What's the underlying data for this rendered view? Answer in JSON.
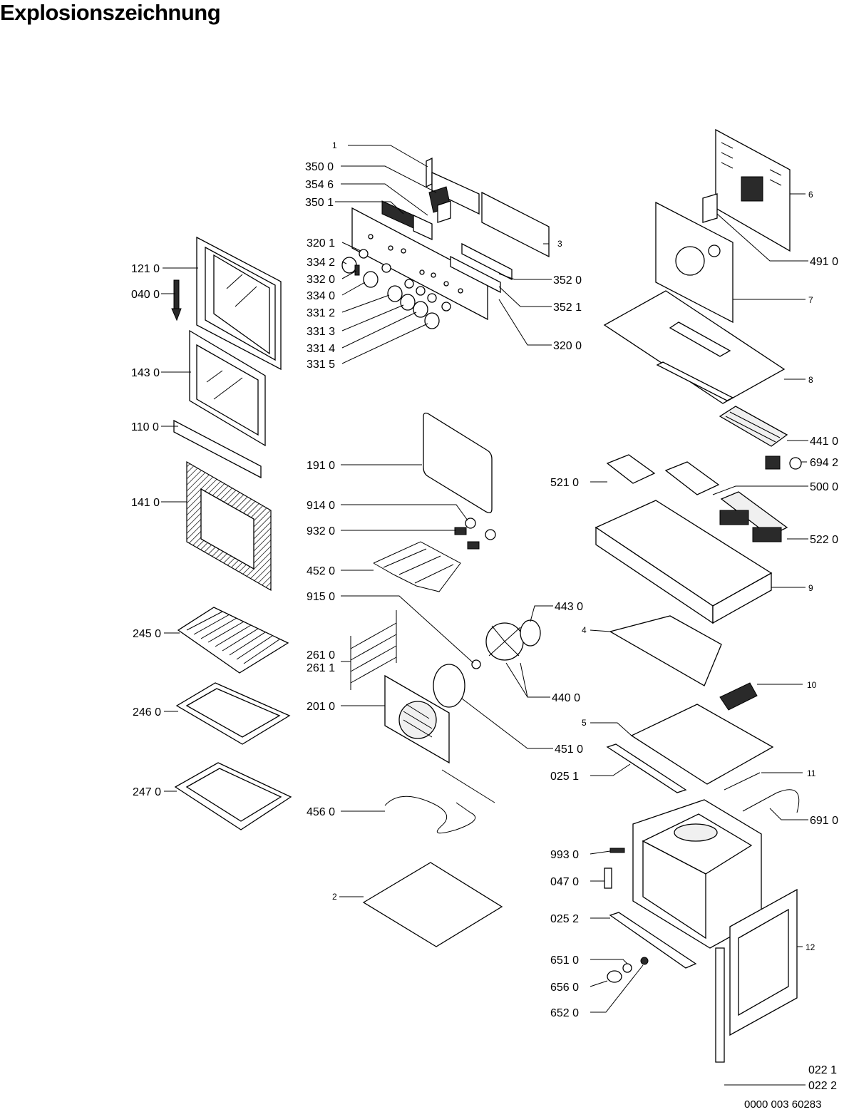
{
  "title": "Explosionszeichnung",
  "drawing_number": "0000 003 60283",
  "parts": {
    "p1": "1",
    "p3500": "350 0",
    "p3546": "354 6",
    "p3501": "350 1",
    "p3201": "320 1",
    "p3342": "334 2",
    "p3320": "332 0",
    "p3340": "334 0",
    "p3312": "331 2",
    "p3313": "331 3",
    "p3314": "331 4",
    "p3315": "331 5",
    "p3": "3",
    "p3520": "352 0",
    "p3521": "352 1",
    "p3200": "320 0",
    "p1210": "121 0",
    "p0400": "040 0",
    "p1430": "143 0",
    "p1100": "110 0",
    "p1410": "141 0",
    "p1910": "191 0",
    "p9140": "914 0",
    "p9320": "932 0",
    "p4520": "452 0",
    "p9150": "915 0",
    "p4430": "443 0",
    "p2450": "245 0",
    "p2610": "261 0",
    "p2611": "261 1",
    "p4400": "440 0",
    "p2460": "246 0",
    "p2010": "201 0",
    "p4510": "451 0",
    "p2470": "247 0",
    "p4560": "456 0",
    "p2": "2",
    "p6": "6",
    "p4910": "491 0",
    "p7": "7",
    "p8": "8",
    "p4410": "441 0",
    "p6942": "694 2",
    "p5210": "521 0",
    "p5000": "500 0",
    "p5220": "522 0",
    "p9": "9",
    "p4": "4",
    "p10": "10",
    "p5": "5",
    "p0251": "025 1",
    "p11": "11",
    "p6910": "691 0",
    "p9930": "993 0",
    "p0470": "047 0",
    "p0252": "025 2",
    "p12": "12",
    "p6510": "651 0",
    "p6560": "656 0",
    "p6520": "652 0",
    "p0221": "022 1",
    "p0222": "022 2"
  }
}
